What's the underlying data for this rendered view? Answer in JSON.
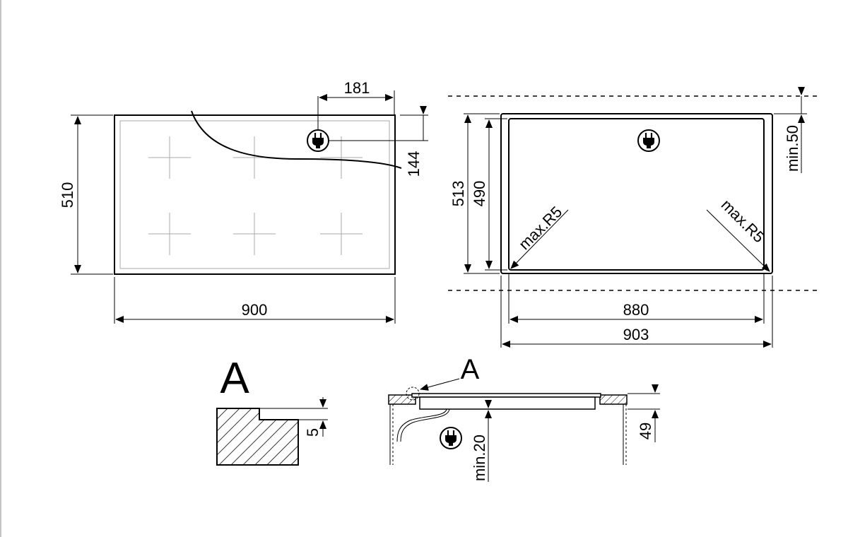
{
  "dimensions": {
    "top_width": "900",
    "top_depth": "510",
    "plug_x": "181",
    "plug_y": "144",
    "cutout_depth_outer": "513",
    "cutout_depth_inner": "490",
    "cutout_width_inner": "880",
    "cutout_width_outer": "903",
    "corner_left": "max.R5",
    "corner_right": "max.R5",
    "clearance_back": "min.50",
    "detail_step": "5",
    "section_height": "49",
    "clearance_below": "min.20"
  },
  "labels": {
    "detail_letter": "A",
    "section_callout": "A"
  },
  "icons": {
    "plug": "plug-icon"
  }
}
